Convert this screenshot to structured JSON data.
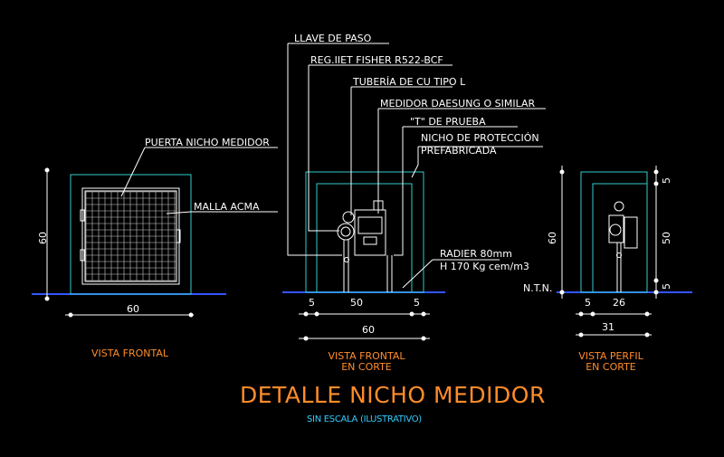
{
  "labels": {
    "llave": "LLAVE DE PASO",
    "regulador": "REG.IIET FISHER R522-BCF",
    "tuberia": "TUBERÍA DE CU TIPO L",
    "medidor": "MEDIDOR DAESUNG O SIMILAR",
    "te_prueba": "\"T\" DE PRUEBA",
    "nicho_1": "NICHO DE PROTECCIÓN",
    "nicho_2": "PREFABRICADA",
    "puerta": "PUERTA NICHO MEDIDOR",
    "malla": "MALLA ACMA",
    "radier_1": "RADIER 80mm",
    "radier_2": "H 170 Kg cem/m3",
    "ntn": "N.T.N."
  },
  "dimensions": {
    "front_height": "60",
    "front_width": "60",
    "sec_left": "5",
    "sec_mid": "50",
    "sec_right": "5",
    "sec_total": "60",
    "prof_height": "60",
    "prof_top": "5",
    "prof_mid": "50",
    "prof_bot": "5",
    "prof_left": "5",
    "prof_depth": "26",
    "prof_total": "31"
  },
  "views": {
    "frontal": "VISTA FRONTAL",
    "corte_1": "VISTA FRONTAL",
    "corte_2": "EN CORTE",
    "perfil_1": "VISTA PERFIL",
    "perfil_2": "EN CORTE"
  },
  "title": "DETALLE NICHO MEDIDOR",
  "subtitle": "SIN ESCALA (ILUSTRATIVO)",
  "colors": {
    "background": "#000000",
    "outline": "#33cccc",
    "ground": "#3355ff",
    "text": "#ffffff",
    "title": "#ff8c2a",
    "subtitle": "#33ccff"
  }
}
